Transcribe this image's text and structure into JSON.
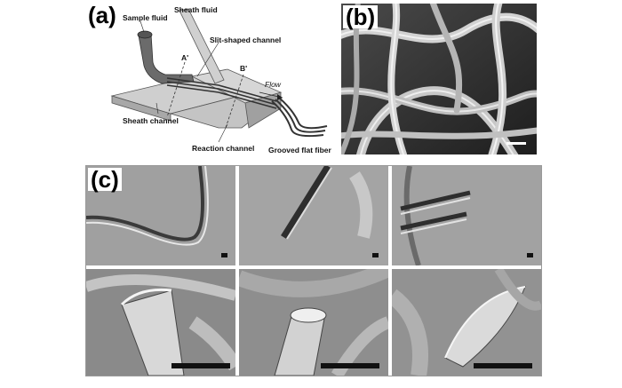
{
  "panels": {
    "a": {
      "label": "(a)",
      "annotations": {
        "sample_fluid": "Sample fluid",
        "sheath_fluid": "Sheath fluid",
        "slit_channel": "Slit-shaped channel",
        "a_prime": "A'",
        "b_prime": "B'",
        "flow": "Flow",
        "sheath_channel": "Sheath channel",
        "reaction_channel": "Reaction channel",
        "grooved_fiber": "Grooved flat fiber"
      }
    },
    "b": {
      "label": "(b)"
    },
    "c": {
      "label": "(c)"
    }
  },
  "colors": {
    "sem_dark": "#3a3a3a",
    "sem_mid": "#8a8a8a",
    "sem_light": "#d8d8d8",
    "device_fill": "#bfbfbf"
  }
}
